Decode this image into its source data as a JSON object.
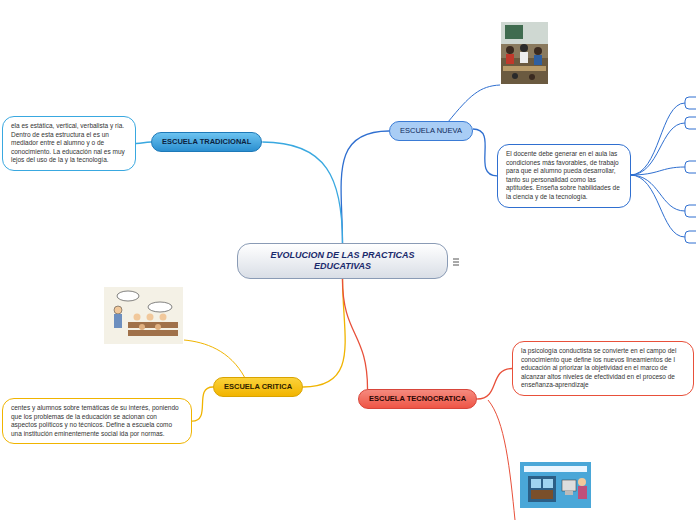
{
  "diagram": {
    "nodes": [
      {
        "text": [
          "EVOLUCION DE LAS PRACTICAS EDUCATIVAS"
        ]
      },
      {
        "text": [
          "ESCUELA NUEVA"
        ]
      },
      {
        "text": [
          "El docente debe generar en el aula las condiciones más favorables, de trabajo para que el alumno pueda desarrollar, tanto su personalidad como las aptitudes. Enseña sobre habilidades de la ciencia y de la tecnología."
        ]
      },
      {
        "text": [
          "ESCUELA TRADICIONAL"
        ]
      },
      {
        "text": [
          "ela es estática, vertical, verbalista y ria. Dentro de esta estructura el es un mediador entre el alumno y o de conocimiento. La educación nal es muy lejos del uso de la y la tecnología."
        ]
      },
      {
        "text": [
          "ESCUELA CRITICA"
        ]
      },
      {
        "text": [
          "centes y alumnos sobre temáticas de su interés, poniendo que los problemas de la educación se acionan con aspectos políticos y no técnicos. Define a escuela como una institución eminentemente social ida por normas."
        ]
      },
      {
        "text": [
          "ESCUELA TECNOCRATICA"
        ]
      },
      {
        "text": [
          "la psicología conductista se convierte en el campo del conocimiento que define los nuevos lineamientos de l educación al priorizar la objetividad en el marco de alcanzar altos niveles de efectividad en el proceso de enseñanza-aprendizaje"
        ]
      }
    ],
    "edges": [
      {
        "from": 0,
        "to": 1,
        "arrow": "none"
      },
      {
        "from": 1,
        "to": 2,
        "arrow": "none"
      },
      {
        "from": 0,
        "to": 3,
        "arrow": "none"
      },
      {
        "from": 3,
        "to": 4,
        "arrow": "none"
      },
      {
        "from": 0,
        "to": 5,
        "arrow": "none"
      },
      {
        "from": 5,
        "to": 6,
        "arrow": "none"
      },
      {
        "from": 0,
        "to": 7,
        "arrow": "none"
      },
      {
        "from": 7,
        "to": 8,
        "arrow": "none"
      }
    ]
  }
}
